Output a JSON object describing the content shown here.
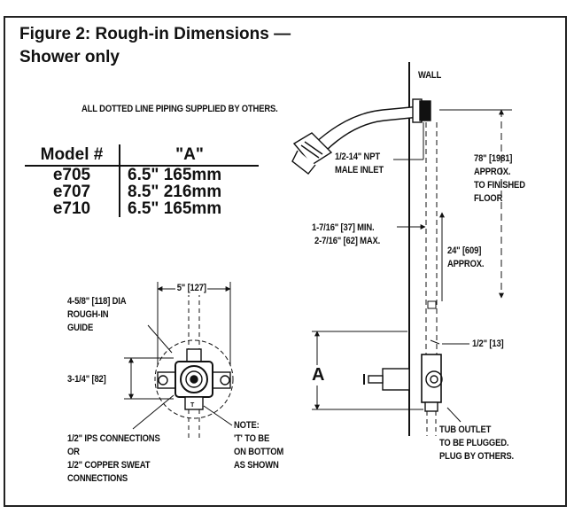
{
  "figure": {
    "title_line1": "Figure 2: Rough-in Dimensions —",
    "title_line2": "Shower only"
  },
  "note_piping": "ALL DOTTED LINE PIPING SUPPLIED BY OTHERS.",
  "model_table": {
    "headers": [
      "Model #",
      "\"A\""
    ],
    "rows": [
      {
        "model": "e705",
        "a": "6.5\"  165mm"
      },
      {
        "model": "e707",
        "a": "8.5\"  216mm"
      },
      {
        "model": "e710",
        "a": "6.5\"  165mm"
      }
    ]
  },
  "valve_labels": {
    "width": "5\" [127]",
    "guide_line1": "4-5/8\" [118] DIA",
    "guide_line2": "ROUGH-IN",
    "guide_line3": "GUIDE",
    "height": "3-1/4\" [82]",
    "conn_line1": "1/2\" IPS CONNECTIONS",
    "conn_line2": "OR",
    "conn_line3": "1/2\" COPPER SWEAT",
    "conn_line4": "CONNECTIONS",
    "t_note_line1": "NOTE:",
    "t_note_line2": "'T' TO BE",
    "t_note_line3": "ON BOTTOM",
    "t_note_line4": "AS SHOWN",
    "tee_mark": "T"
  },
  "side_labels": {
    "wall": "WALL",
    "inlet_line1": "1/2-14\" NPT",
    "inlet_line2": "MALE INLET",
    "height_line1": "78\" [1981]",
    "height_line2": "APPROX.",
    "height_line3": "TO FINISHED",
    "height_line4": "FLOOR",
    "offset_line1": "1-7/16\" [37] MIN.",
    "offset_line2": "2-7/16\" [62] MAX.",
    "riser_line1": "24\" [609]",
    "riser_line2": "APPROX.",
    "half": "1/2\" [13]",
    "a_mark": "A",
    "tub_line1": "TUB OUTLET",
    "tub_line2": "TO BE PLUGGED.",
    "tub_line3": "PLUG BY OTHERS."
  }
}
